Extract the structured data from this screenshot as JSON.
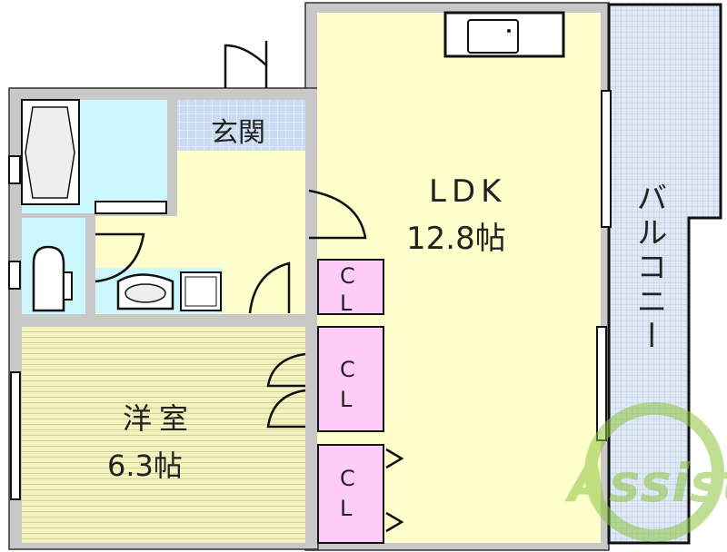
{
  "rooms": {
    "ldk": {
      "name": "LDK",
      "size": "12.8帖"
    },
    "western": {
      "name": "洋室",
      "size": "6.3帖"
    },
    "entrance": {
      "name": "玄関"
    },
    "balcony": {
      "name": "バルコニー"
    },
    "closets": [
      {
        "label": "C\nL"
      },
      {
        "label": "C\nL"
      },
      {
        "label": "C\nL"
      }
    ],
    "closet_letters": [
      "C",
      "L"
    ]
  },
  "watermark": {
    "text": "Assist"
  },
  "colors": {
    "wall": "#c8c8c8",
    "ldk": "#ffffcc",
    "western": "#f3f3c0",
    "wet": "#ccf7fc",
    "entrance": "#c9dcf2",
    "balcony": "#dfe9f6",
    "closet": "#ffccfa",
    "watermark": "#8dc63f"
  }
}
